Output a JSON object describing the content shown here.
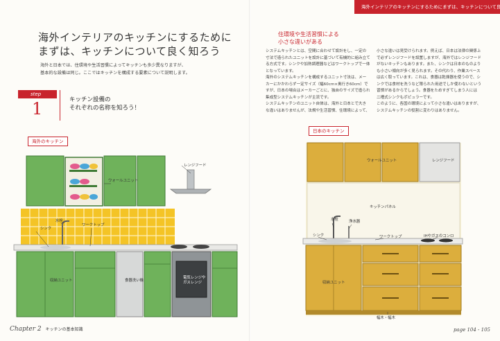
{
  "left_page": {
    "title_lines": [
      "海外インテリアのキッチンにするために",
      "まずは、キッチンについて良く知ろう"
    ],
    "intro_lines": [
      "海外と日本では、住環境や生活習慣によってキッチンも多少異なりますが、",
      "基本的な設備は同じ。ここではキッチンを構成する要素について説明します。"
    ],
    "step_label": "step",
    "step_number": "1",
    "step_heading_lines": [
      "キッチン設備の",
      "それぞれの名称を知ろう！"
    ],
    "illustration_label": "海外のキッチン",
    "annotations": {
      "wall_unit": "ウォールユニット",
      "range_hood": "レンジフード",
      "faucet": "水栓",
      "sink": "シンク",
      "worktop": "ワークトップ",
      "storage_unit": "収納ユニット",
      "dishwasher": "食器洗い機",
      "oven_range": "電気レンジや\nガスレンジ"
    },
    "footer_chapter": "Chapter 2",
    "footer_text": "キッチンの基本知識"
  },
  "right_page": {
    "running_head": "海外インテリアのキッチンにするためにまずは、キッチンについて良く知ろう",
    "subtitle_lines": [
      "住環境や生活習慣による",
      "小さな違いがある"
    ],
    "col1_lines": [
      "システムキッチンとは、空間に合わせて設計をし、一定の",
      "寸法で造られたユニットを設計に基づいて有機的に組み立て",
      "る方式です。シンクや加熱調理器などはワークトップで一体",
      "となっています。",
      "海外のシステムキッチンを構成するユニット寸法は、メー",
      "カーにかかわらず一定サイズ（幅60cm×奥行き60cm）で",
      "すが、日本の場合はメーカーごとに、独自のサイズで造られた",
      "集成型システムキッチンが主流です。",
      "システムキッチンのユニット自体は、海外と日本とで大き",
      "な違いはありませんが、法規や生活習慣、住環境によって、"
    ],
    "col2_lines": [
      "小さな違いは見受けられます。例えば、日本は法律の関係上",
      "で必ずレンジフードを設置しますが、海外ではレンジフード",
      "がないキッチンもあります。また、シンクは日本のものより",
      "も小さい傾向が多く見られます。その代わり、作業スペース",
      "は広く取っています。これは、食器は乾燥器を使うので、シ",
      "ンクでは食材を洗うなど限られた用途でしか使わないという",
      "習慣があるからでしょう。食器をためすぎてしまう人には",
      "二槽式シンクもポピュラーです。",
      "このように、各国の環境によって小さな違いはありますが、",
      "システムキッチンの役割に変わりはありません。"
    ],
    "illustration_label": "日本のキッチン",
    "annotations": {
      "wall_unit": "ウォールユニット",
      "range_hood": "レンジフード",
      "kitchen_panel": "キッチンパネル",
      "faucet": "水栓",
      "water_filter": "浄水器",
      "sink": "シンク",
      "worktop": "ワークトップ",
      "ih_stove": "IHやガスのコンロ",
      "storage_unit": "収納ユニット",
      "plinth": "幅木・幅木"
    },
    "footer_page": "page 104 - 105"
  },
  "colors": {
    "accent_red": "#c8232c",
    "green_cabinet": "#6fb25b",
    "tile_yellow": "#f4c426",
    "wood_cabinet": "#dcae3d",
    "wall_cream": "#f6f0d6"
  }
}
